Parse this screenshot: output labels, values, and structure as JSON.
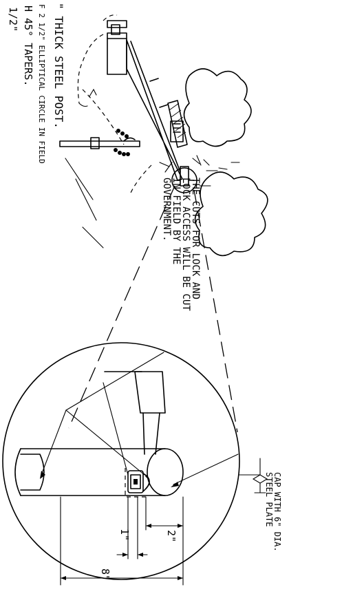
{
  "notes": {
    "line1": "1/2\"",
    "line2": "H 45° TAPERS.",
    "line3": "F 2 1/2\" ELLIPTICAL CIRCLE IN FIELD",
    "line4": "\" THICK STEEL POST."
  },
  "callout_cuts": {
    "line1": "THE CUTS FOR LOCK AND",
    "line2": "LOCK ACCESS WILL BE CUT",
    "line3": "IN FIELD BY THE",
    "line4": "GOVERNMENT."
  },
  "callout_cap": {
    "line1": "CAP WITH 6\" DIA.",
    "line2": "STEEL PLATE"
  },
  "dimensions": {
    "dim_2": "2\"",
    "dim_1": "1\"",
    "dim_8": "8\""
  }
}
